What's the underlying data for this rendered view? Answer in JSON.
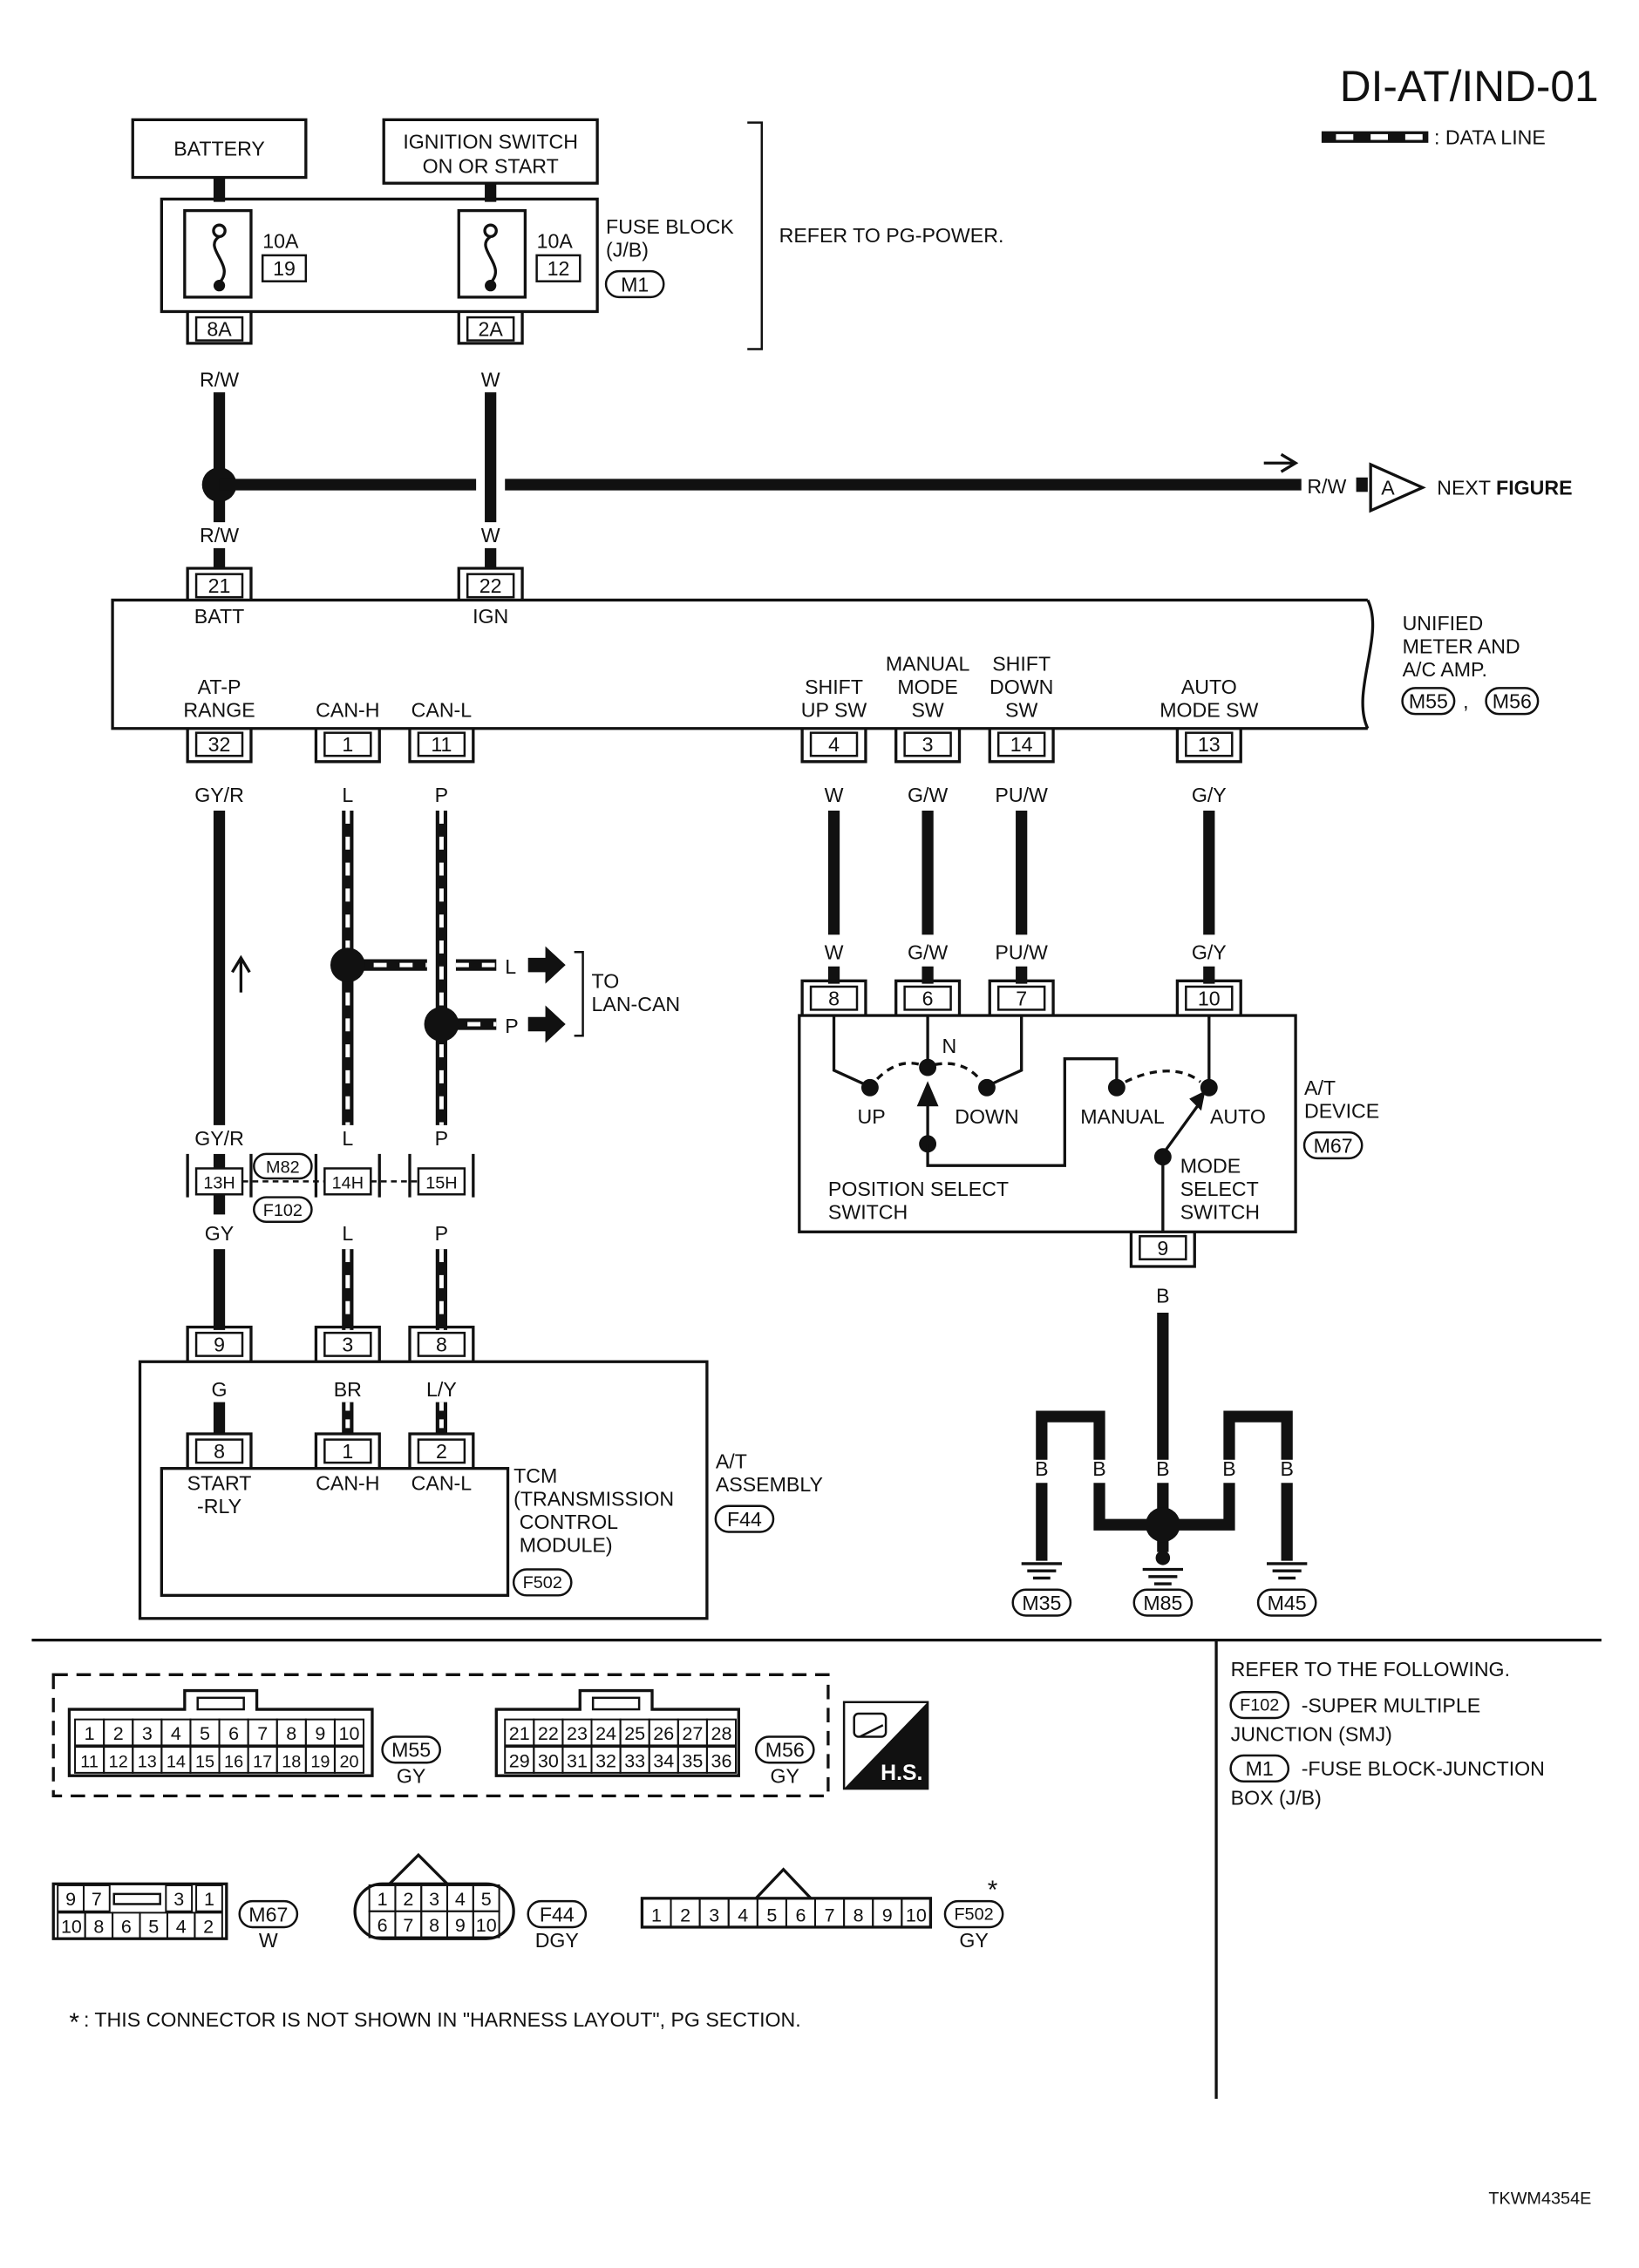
{
  "header": {
    "title": "DI-AT/IND-01",
    "legend_label": ": DATA LINE"
  },
  "power": {
    "battery": "BATTERY",
    "ignition_line1": "IGNITION SWITCH",
    "ignition_line2": "ON OR START",
    "fuse1_amp": "10A",
    "fuse1_no": "19",
    "fuse2_amp": "10A",
    "fuse2_no": "12",
    "fuse_block_line1": "FUSE BLOCK",
    "fuse_block_line2": "(J/B)",
    "fuse_block_conn": "M1",
    "refer_pg": "REFER TO PG-POWER.",
    "term_8a": "8A",
    "term_2a": "2A",
    "wire_rw": "R/W",
    "wire_w": "W",
    "next_wire": "R/W",
    "next_letter": "A",
    "next_prefix": "NEXT ",
    "next_suffix": "FIGURE"
  },
  "meter": {
    "pin_batt": "21",
    "pin_ign": "22",
    "label_batt": "BATT",
    "label_ign": "IGN",
    "name_line1": "UNIFIED",
    "name_line2": "METER AND",
    "name_line3": "A/C AMP.",
    "conn1": "M55",
    "conn_sep": ",",
    "conn2": "M56",
    "atp_line1": "AT-P",
    "atp_line2": "RANGE",
    "canh": "CAN-H",
    "canl": "CAN-L",
    "shiftup_line1": "SHIFT",
    "shiftup_line2": "UP SW",
    "manual_line1": "MANUAL",
    "manual_line2": "MODE",
    "manual_line3": "SW",
    "shiftdown_line1": "SHIFT",
    "shiftdown_line2": "DOWN",
    "shiftdown_line3": "SW",
    "auto_line1": "AUTO",
    "auto_line2": "MODE SW",
    "pin32": "32",
    "pin1": "1",
    "pin11": "11",
    "pin4": "4",
    "pin3": "3",
    "pin14": "14",
    "pin13": "13"
  },
  "wires": {
    "gyr": "GY/R",
    "l": "L",
    "p": "P",
    "w": "W",
    "gw": "G/W",
    "puw": "PU/W",
    "gy_": "G/Y",
    "gy": "GY",
    "g": "G",
    "br": "BR",
    "ly": "L/Y",
    "b": "B"
  },
  "lancan": {
    "line1": "TO",
    "line2": "LAN-CAN"
  },
  "joint": {
    "t13h": "13H",
    "t14h": "14H",
    "t15h": "15H",
    "conn_m82": "M82",
    "conn_f102": "F102"
  },
  "atdevice": {
    "pin8": "8",
    "pin6": "6",
    "pin7": "7",
    "pin10": "10",
    "pin9": "9",
    "n": "N",
    "up": "UP",
    "down": "DOWN",
    "manual": "MANUAL",
    "auto": "AUTO",
    "pos_line1": "POSITION SELECT",
    "pos_line2": "SWITCH",
    "mode_line1": "MODE",
    "mode_line2": "SELECT",
    "mode_line3": "SWITCH",
    "name_line1": "A/T",
    "name_line2": "DEVICE",
    "conn": "M67"
  },
  "ground": {
    "g1": "M35",
    "g2": "M85",
    "g3": "M45"
  },
  "atassembly": {
    "pin9": "9",
    "pin3": "3",
    "pin8": "8",
    "pin8b": "8",
    "pin1": "1",
    "pin2": "2",
    "start_line1": "START",
    "start_line2": "-RLY",
    "canh": "CAN-H",
    "canl": "CAN-L",
    "tcm_line1": "TCM",
    "tcm_line2": "(TRANSMISSION",
    "tcm_line3": "CONTROL",
    "tcm_line4": "MODULE)",
    "tcm_conn": "F502",
    "name_line1": "A/T",
    "name_line2": "ASSEMBLY",
    "conn": "F44"
  },
  "refer": {
    "title": "REFER TO THE FOLLOWING.",
    "item1_conn": "F102",
    "item1_line1": "-SUPER MULTIPLE",
    "item1_line2": "JUNCTION (SMJ)",
    "item2_conn": "M1",
    "item2_line1": "-FUSE BLOCK-JUNCTION",
    "item2_line2": "BOX (J/B)"
  },
  "connectors": {
    "m55_top": [
      "1",
      "2",
      "3",
      "4",
      "5",
      "6",
      "7",
      "8",
      "9",
      "10"
    ],
    "m55_bottom": [
      "11",
      "12",
      "13",
      "14",
      "15",
      "16",
      "17",
      "18",
      "19",
      "20"
    ],
    "m55_name": "M55",
    "m55_color": "GY",
    "m56_top": [
      "21",
      "22",
      "23",
      "24",
      "25",
      "26",
      "27",
      "28"
    ],
    "m56_bottom": [
      "29",
      "30",
      "31",
      "32",
      "33",
      "34",
      "35",
      "36"
    ],
    "m56_name": "M56",
    "m56_color": "GY",
    "hs": "H.S.",
    "m67_top": [
      "9",
      "7",
      "",
      "3",
      "1"
    ],
    "m67_bottom": [
      "10",
      "8",
      "6",
      "5",
      "4",
      "2"
    ],
    "m67_name": "M67",
    "m67_color": "W",
    "f44_top": [
      "1",
      "2",
      "3",
      "4",
      "5"
    ],
    "f44_bottom": [
      "6",
      "7",
      "8",
      "9",
      "10"
    ],
    "f44_name": "F44",
    "f44_color": "DGY",
    "f502_pins": [
      "1",
      "2",
      "3",
      "4",
      "5",
      "6",
      "7",
      "8",
      "9",
      "10"
    ],
    "f502_name": "F502",
    "f502_color": "GY",
    "f502_star": "*"
  },
  "footnote": {
    "star": "*",
    "text": ": THIS CONNECTOR IS NOT SHOWN IN \"HARNESS LAYOUT\", PG SECTION."
  },
  "code": "TKWM4354E"
}
